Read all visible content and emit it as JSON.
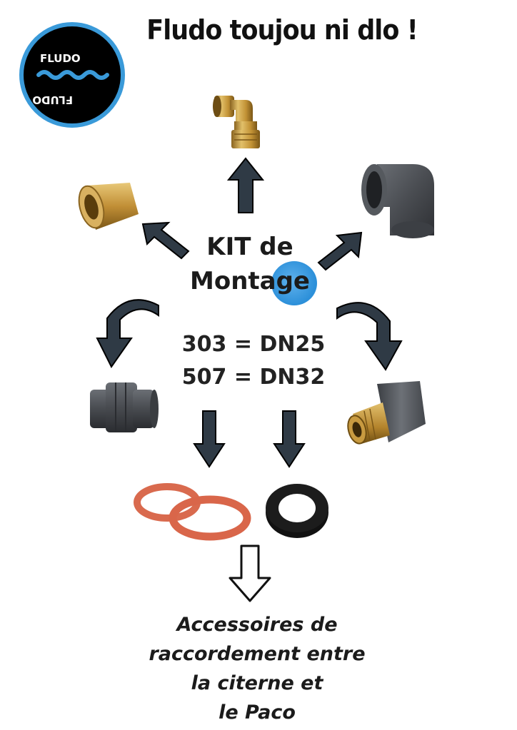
{
  "headline": "Fludo toujou ni dlo !",
  "logo": {
    "top_text": "FLUDO",
    "bottom_text": "FLUDO",
    "colors": {
      "ring": "#3a9ad9",
      "fill": "#000000",
      "wave": "#3a9ad9"
    }
  },
  "kit": {
    "line1": "KIT de",
    "line2": "Montage"
  },
  "codes": {
    "line1": "303 = DN25",
    "line2": "507 = DN32"
  },
  "caption": {
    "line1": "Accessoires de",
    "line2": "raccordement entre",
    "line3": "la citerne et",
    "line4": "le Paco"
  },
  "parts": [
    {
      "name": "brass-elbow-fitting",
      "icon": "brass-elbow-icon"
    },
    {
      "name": "brass-female-adapter",
      "icon": "brass-adapter-icon"
    },
    {
      "name": "pvc-elbow",
      "icon": "pvc-elbow-icon"
    },
    {
      "name": "pvc-union",
      "icon": "pvc-union-icon"
    },
    {
      "name": "pvc-brass-threaded-adapter",
      "icon": "threaded-adapter-icon"
    },
    {
      "name": "red-fiber-gaskets",
      "icon": "gasket-icon"
    },
    {
      "name": "black-rubber-seal",
      "icon": "seal-icon"
    }
  ],
  "colors": {
    "brass": "#c79a3f",
    "pvc": "#4a4d52",
    "gasket": "#d96a4e",
    "seal": "#111111",
    "arrow": "#2f3a45"
  }
}
